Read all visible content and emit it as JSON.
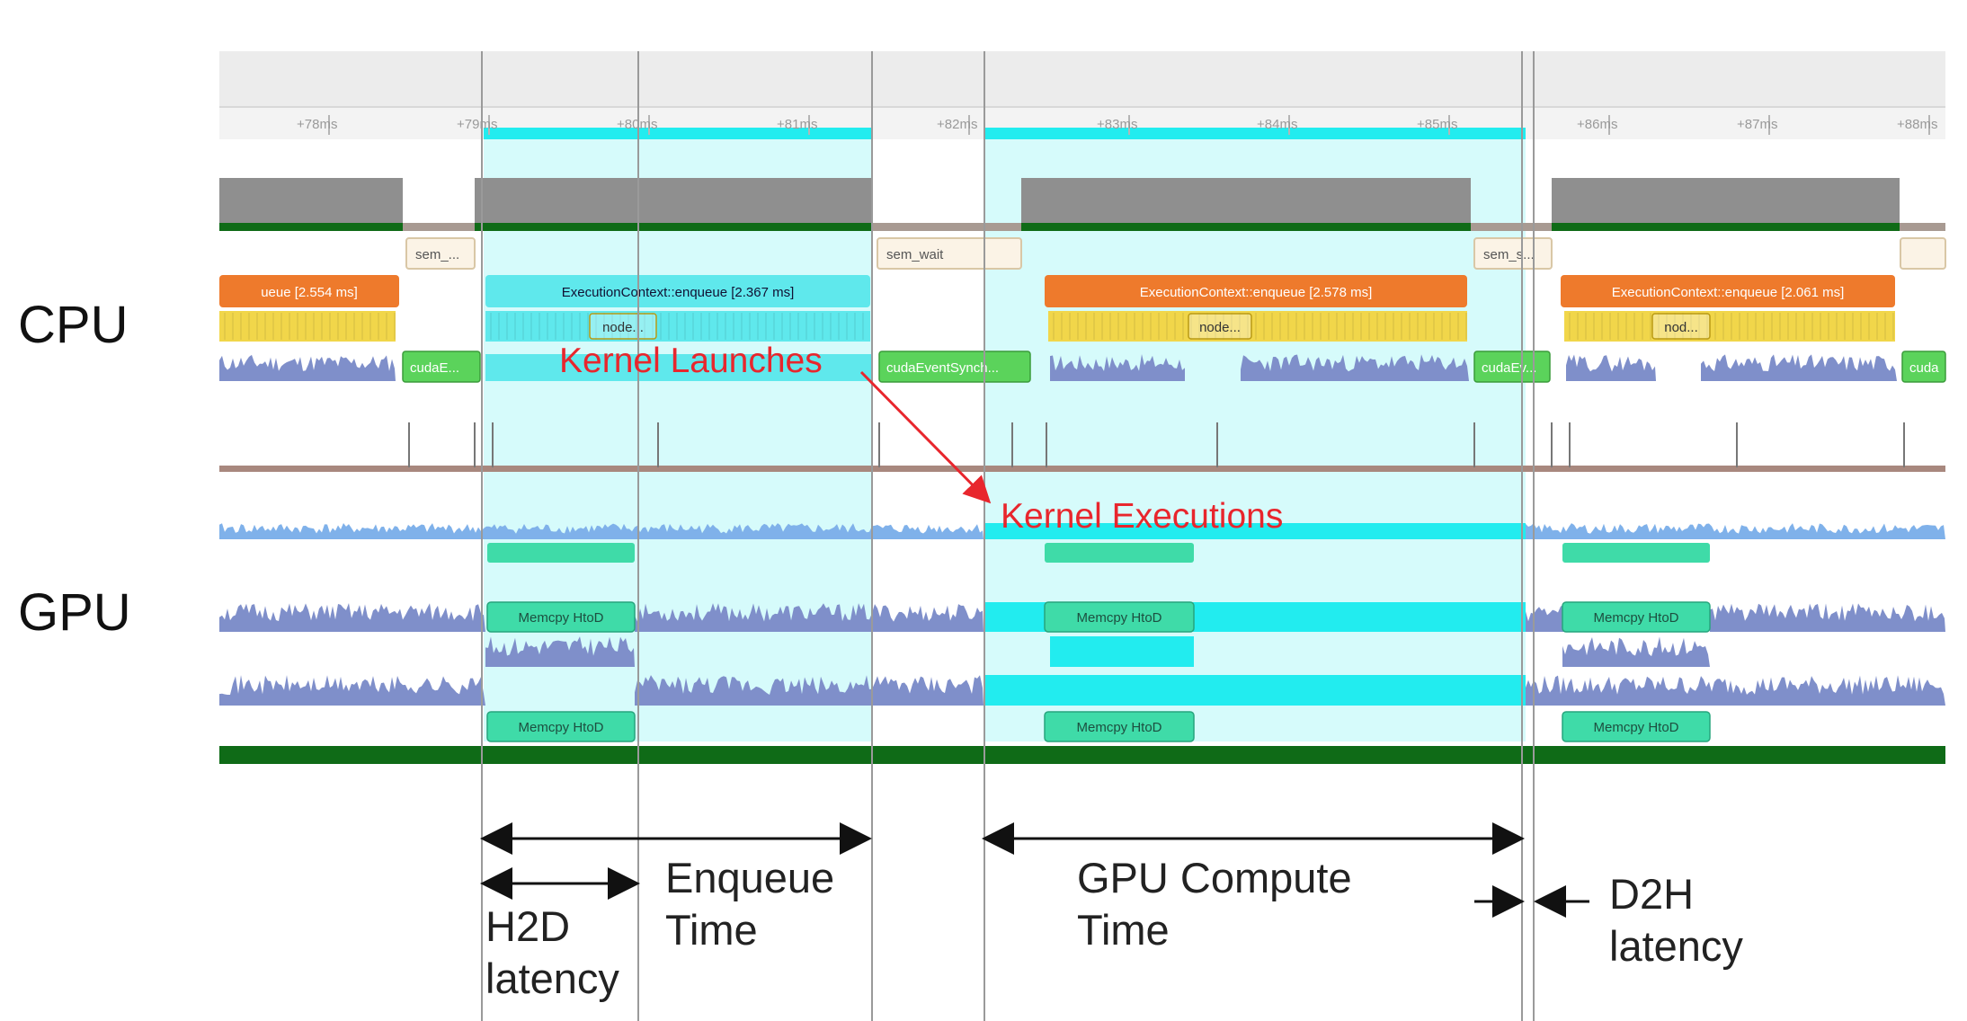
{
  "row_labels": {
    "cpu": "CPU",
    "gpu": "GPU"
  },
  "timeline": {
    "ruler_ticks": [
      "+78ms",
      "+79ms",
      "+80ms",
      "+81ms",
      "+82ms",
      "+83ms",
      "+84ms",
      "+85ms",
      "+86ms",
      "+87ms",
      "+88ms"
    ],
    "sem_labels": [
      "sem_...",
      "sem_wait",
      "sem_s...",
      ""
    ],
    "enqueue_labels": [
      "ueue [2.554 ms]",
      "ExecutionContext::enqueue [2.367 ms]",
      "ExecutionContext::enqueue [2.578 ms]",
      "ExecutionContext::enqueue [2.061 ms]"
    ],
    "node_labels": [
      "node...",
      "node...",
      "nod..."
    ],
    "cuda_labels": [
      "cudaE...",
      "cudaEventSynch...",
      "cudaEv...",
      "cuda"
    ],
    "memcpy_labels": [
      "Memcpy HtoD",
      "Memcpy HtoD",
      "Memcpy HtoD",
      "Memcpy HtoD",
      "Memcpy HtoD",
      "Memcpy HtoD"
    ]
  },
  "callouts": {
    "kernel_launches": "Kernel Launches",
    "kernel_executions": "Kernel Executions"
  },
  "annotations": {
    "enqueue_time": "Enqueue\nTime",
    "h2d_latency": "H2D\nlatency",
    "gpu_compute_time": "GPU Compute\nTime",
    "d2h_latency": "D2H\nlatency"
  },
  "colors": {
    "highlight_fill": "#d6fbfb",
    "highlight_bar": "#22ecef",
    "gray_block": "#8f8f8f",
    "dark_green": "#0f6b17",
    "orange_slice": "#ee7a2c",
    "cyan_slice": "#5fe8ec",
    "yellow_slice": "#f1d64a",
    "green_slice": "#5bd35b",
    "memcpy_teal": "#3fdba8",
    "activity_blue": "#7f8fca",
    "callout_red": "#e8262d"
  }
}
